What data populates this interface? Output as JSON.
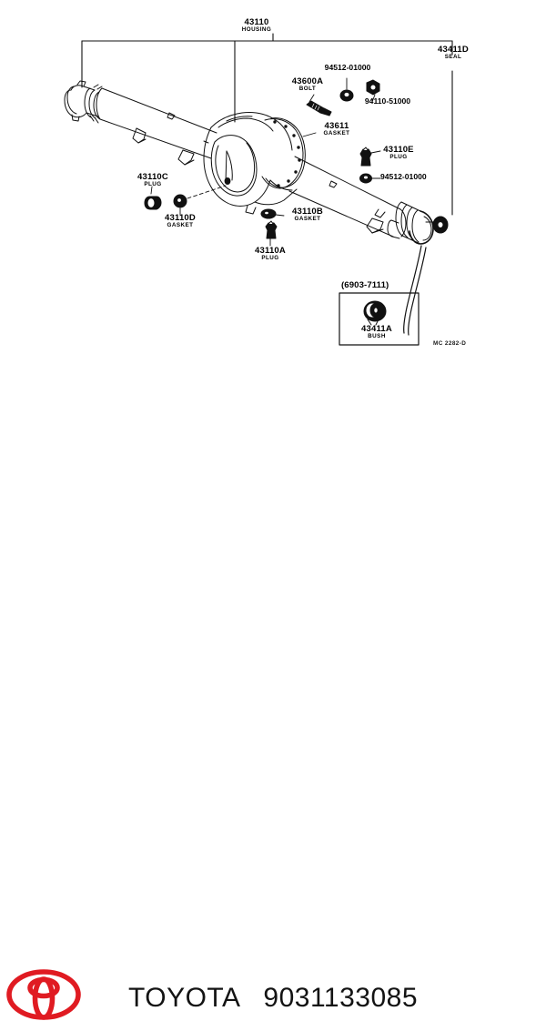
{
  "page": {
    "background_color": "#ffffff",
    "ink_color": "#000000"
  },
  "diagram": {
    "title_callout": {
      "part_number": "43110",
      "description": "HOUSING"
    },
    "reference_code": "MC 2282-D",
    "callouts": [
      {
        "id": "housing",
        "part_number": "43110",
        "description": "HOUSING"
      },
      {
        "id": "seal",
        "part_number": "43411D",
        "description": "SEAL"
      },
      {
        "id": "washer-top",
        "part_number": "94512-01000",
        "description": ""
      },
      {
        "id": "bolt",
        "part_number": "43600A",
        "description": "BOLT"
      },
      {
        "id": "nut",
        "part_number": "94110-51000",
        "description": ""
      },
      {
        "id": "gasket-diff",
        "part_number": "43611",
        "description": "GASKET"
      },
      {
        "id": "plug-e",
        "part_number": "43110E",
        "description": "PLUG"
      },
      {
        "id": "washer-right",
        "part_number": "94512-01000",
        "description": ""
      },
      {
        "id": "plug-c",
        "part_number": "43110C",
        "description": "PLUG"
      },
      {
        "id": "gasket-d",
        "part_number": "43110D",
        "description": "GASKET"
      },
      {
        "id": "gasket-b",
        "part_number": "43110B",
        "description": "GASKET"
      },
      {
        "id": "plug-a",
        "part_number": "43110A",
        "description": "PLUG"
      }
    ],
    "inset": {
      "date_range": "(6903-7111)",
      "part_number": "43411A",
      "description": "BUSH"
    }
  },
  "footer": {
    "brand": "TOYOTA",
    "part_number": "9031133085",
    "logo_name": "toyota-logo",
    "logo_color": "#E01B22",
    "text_color": "#131313"
  }
}
